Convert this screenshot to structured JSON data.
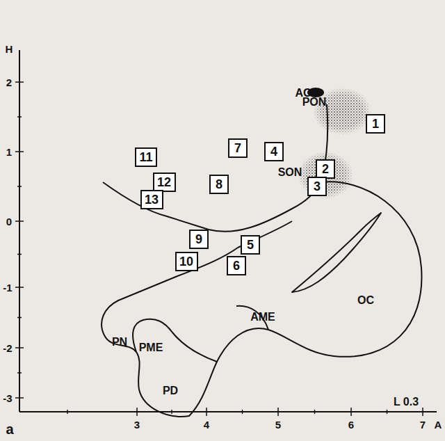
{
  "diagram": {
    "nodes": [
      {
        "text": [
          "1"
        ]
      },
      {
        "text": [
          "2"
        ]
      },
      {
        "text": [
          "3"
        ]
      },
      {
        "text": [
          "4"
        ]
      },
      {
        "text": [
          "5"
        ]
      },
      {
        "text": [
          "6"
        ]
      },
      {
        "text": [
          "7"
        ]
      },
      {
        "text": [
          "8"
        ]
      },
      {
        "text": [
          "9"
        ]
      },
      {
        "text": [
          "10"
        ]
      },
      {
        "text": [
          "11"
        ]
      },
      {
        "text": [
          "12"
        ]
      },
      {
        "text": [
          "13"
        ]
      }
    ],
    "labels": [
      "H",
      "2",
      "1",
      "0",
      "-1",
      "-2",
      "-3",
      "3",
      "4",
      "5",
      "6",
      "7",
      "A",
      "AC",
      "PON",
      "SON",
      "OC",
      "PN",
      "PME",
      "AME",
      "PD",
      "L 0.3",
      "a"
    ]
  }
}
